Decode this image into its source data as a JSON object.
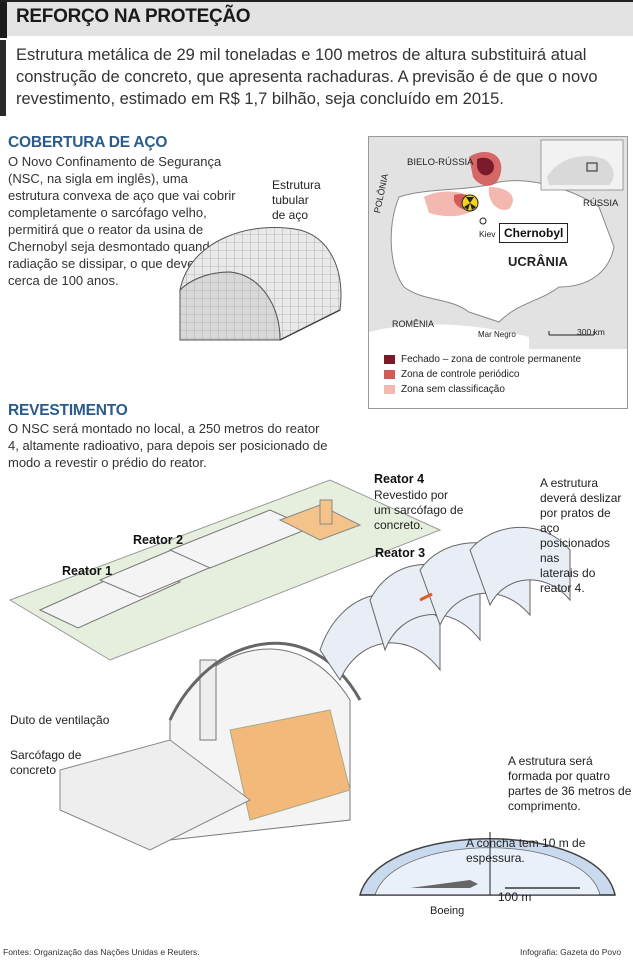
{
  "header": {
    "title": "REFORÇO NA PROTEÇÃO",
    "lead": "Estrutura metálica de 29 mil toneladas e 100 metros de altura substituirá atual construção de concreto, que apresenta rachaduras. A previsão é de que o novo revestimento, estimado em R$ 1,7 bilhão, seja concluído em 2015."
  },
  "cobertura": {
    "heading": "COBERTURA DE AÇO",
    "text": "O Novo Confinamento de Segurança (NSC, na sigla em inglês), uma estrutura convexa de aço que vai cobrir completamente o sarcófago velho, permitirá que o reator da usina de Chernobyl seja desmontado quando a radiação se dissipar, o que deve levar cerca de 100 anos.",
    "label_line1": "Estrutura",
    "label_line2": "tubular",
    "label_line3": "de aço"
  },
  "map": {
    "belarus": "BIELO-RÚSSIA",
    "russia": "RÚSSIA",
    "poland": "POLÔNIA",
    "ukraine": "UCRÂNIA",
    "romania": "ROMÊNIA",
    "black_sea": "Mar Negro",
    "kiev": "Kiev",
    "chernobyl": "Chernobyl",
    "scale": "300 km",
    "legend": [
      {
        "label": "Fechado – zona de controle permanente",
        "color": "#7a1a2a"
      },
      {
        "label": "Zona de controle periódico",
        "color": "#d45a5a"
      },
      {
        "label": "Zona sem classificação",
        "color": "#f3b8b0"
      }
    ]
  },
  "revestimento": {
    "heading": "REVESTIMENTO",
    "text": "O NSC será montado no local, a 250 metros do reator 4, altamente radioativo, para depois ser posicionado de modo a revestir o prédio do reator."
  },
  "diagram": {
    "reator1": "Reator 1",
    "reator2": "Reator 2",
    "reator3": "Reator 3",
    "reator4": "Reator 4",
    "reator4_desc_1": "Revestido por",
    "reator4_desc_2": "um sarcófago de",
    "reator4_desc_3": "concreto.",
    "slide_1": "A estrutura",
    "slide_2": "deverá deslizar",
    "slide_3": "por pratos de aço",
    "slide_4": "posicionados nas",
    "slide_5": "laterais do",
    "slide_6": "reator 4.",
    "duto": "Duto de ventilação",
    "sarc_1": "Sarcófago de",
    "sarc_2": "concreto",
    "parts_1": "A estrutura será",
    "parts_2": "formada por quatro",
    "parts_3": "partes de 36 metros de",
    "parts_4": "comprimento.",
    "concha": "A concha tem 10 m de espessura.",
    "height": "100 m",
    "boeing": "Boeing"
  },
  "footer": {
    "sources": "Fontes: Organização das Nações Unidas e Reuters.",
    "credit": "Infografia: Gazeta do Povo"
  }
}
